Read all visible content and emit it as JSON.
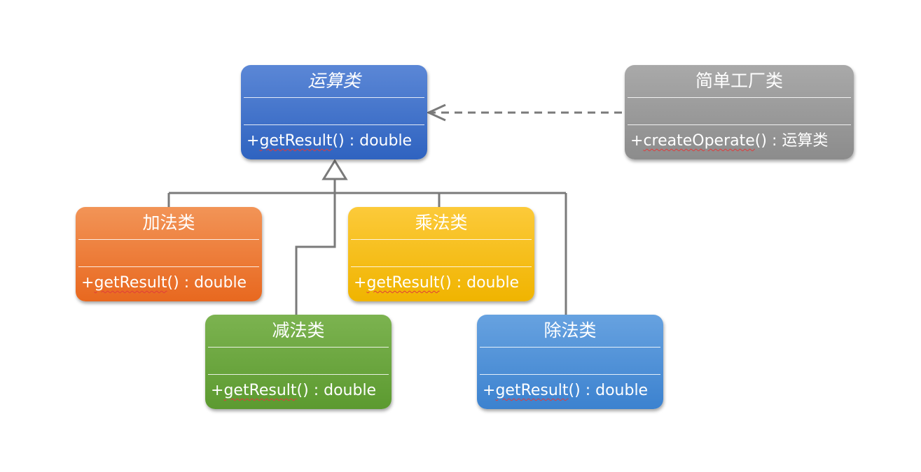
{
  "classes": {
    "operation": {
      "name": "运算类",
      "method": "getResult",
      "rest": "() : double",
      "abstract": true
    },
    "factory": {
      "name": "简单工厂类",
      "method": "createOperate",
      "rest": "() : 运算类"
    },
    "add": {
      "name": "加法类",
      "method": "getResult",
      "rest": "() : double"
    },
    "multiply": {
      "name": "乘法类",
      "method": "getResult",
      "rest": "() : double"
    },
    "subtract": {
      "name": "减法类",
      "method": "getResult",
      "rest": "() : double"
    },
    "divide": {
      "name": "除法类",
      "method": "getResult",
      "rest": "() : double"
    }
  },
  "visibility": "+",
  "relations": [
    {
      "type": "dependency",
      "from": "factory",
      "to": "operation"
    },
    {
      "type": "generalization",
      "from": "add",
      "to": "operation"
    },
    {
      "type": "generalization",
      "from": "multiply",
      "to": "operation"
    },
    {
      "type": "generalization",
      "from": "subtract",
      "to": "operation"
    },
    {
      "type": "generalization",
      "from": "divide",
      "to": "operation"
    }
  ],
  "colors": {
    "operation": "#2f63c0",
    "factory": "#8c8c8c",
    "add": "#e8681f",
    "multiply": "#f0b400",
    "subtract": "#5c9a30",
    "divide": "#3c82cf",
    "connector": "#7a7a7a"
  }
}
